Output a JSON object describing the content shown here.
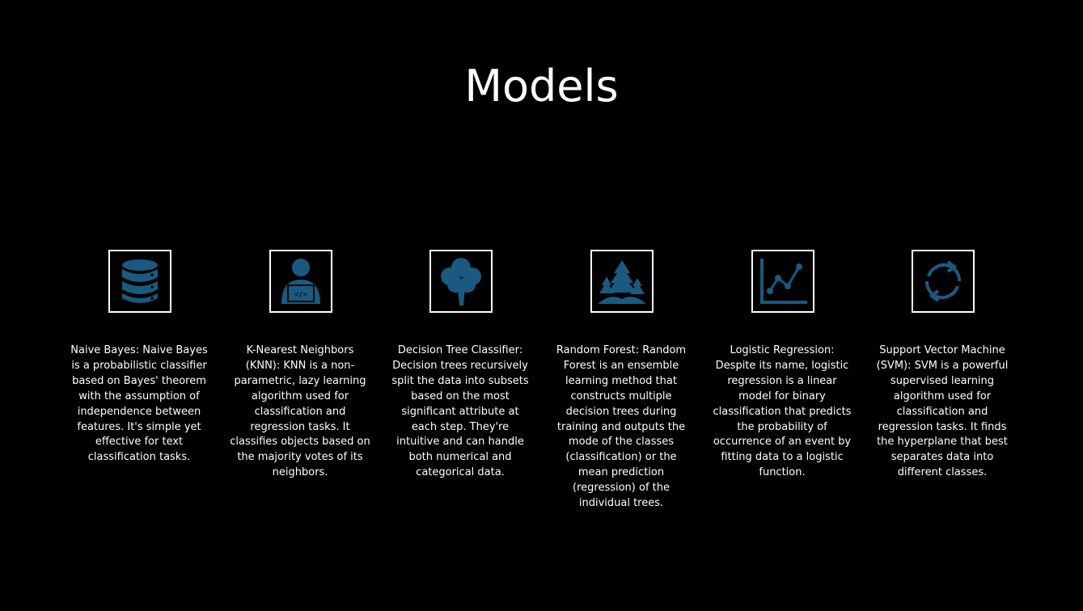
{
  "slide": {
    "title": "Models",
    "accent_color": "#1a5a80",
    "models": [
      {
        "icon": "database-icon",
        "text": "Naive Bayes: Naive Bayes is a probabilistic classifier based on Bayes' theorem with the assumption of independence between features. It's simple yet effective for text classification tasks."
      },
      {
        "icon": "coder-person-icon",
        "text": "K-Nearest Neighbors (KNN): KNN is a non-parametric, lazy learning algorithm used for classification and regression tasks. It classifies objects based on the majority votes of its neighbors."
      },
      {
        "icon": "tree-icon",
        "text": "Decision Tree Classifier: Decision trees recursively split the data into subsets based on the most significant attribute at each step. They're intuitive and can handle both numerical and categorical data."
      },
      {
        "icon": "forest-icon",
        "text": "Random Forest: Random Forest is an ensemble learning method that constructs multiple decision trees during training and outputs the mode of the classes (classification) or the mean prediction (regression) of the individual trees."
      },
      {
        "icon": "line-chart-icon",
        "text": "Logistic Regression: Despite its name, logistic regression is a linear model for binary classification that predicts the probability of occurrence of an event by fitting data to a logistic function."
      },
      {
        "icon": "cycle-arrows-icon",
        "text": "Support Vector Machine (SVM): SVM is a powerful supervised learning algorithm used for classification and regression tasks. It finds the hyperplane that best separates data into different classes."
      }
    ]
  }
}
